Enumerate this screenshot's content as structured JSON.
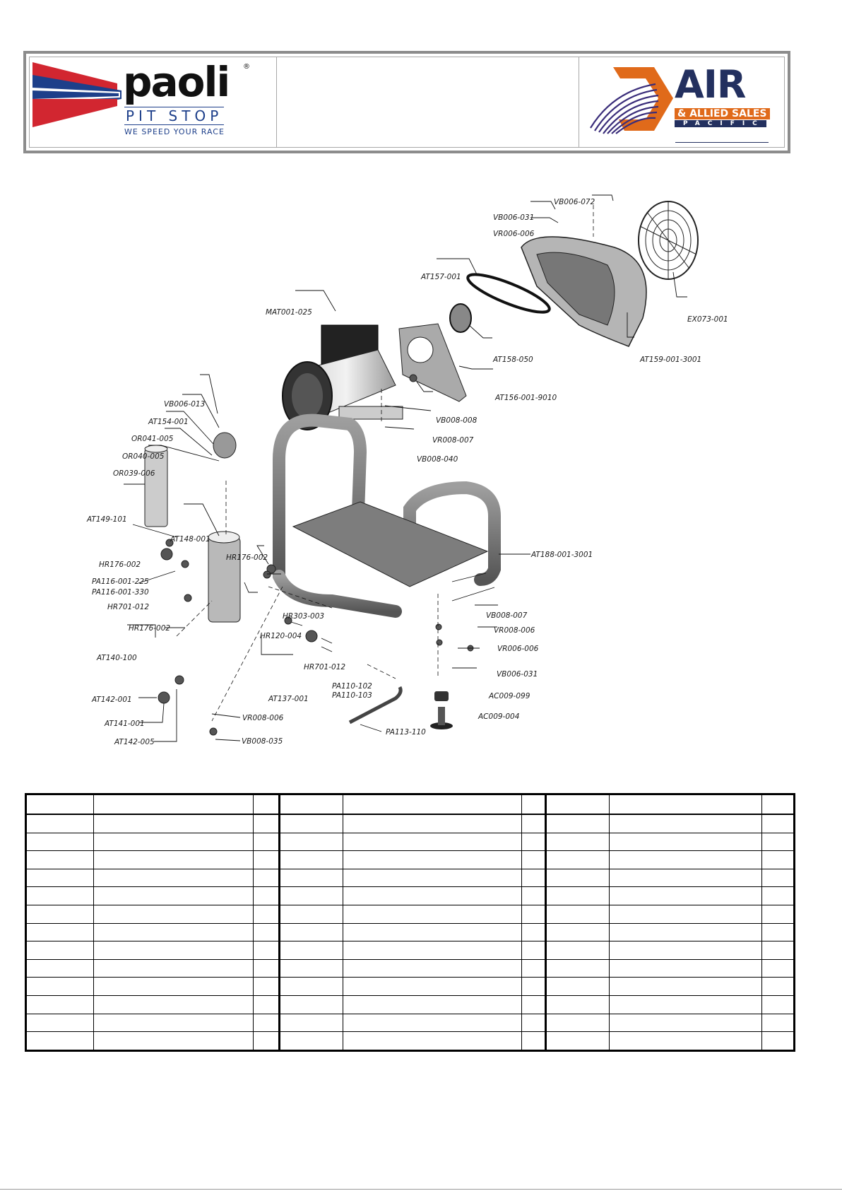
{
  "header": {
    "left_logo": {
      "brand": "paoli",
      "registered": "®",
      "subtitle": "PIT STOP",
      "tagline": "WE SPEED YOUR RACE",
      "colors": {
        "red": "#d22630",
        "blue": "#1d3f8a"
      }
    },
    "right_logo": {
      "brand": "AIR",
      "line1": "& ALLIED SALES",
      "line2": "PACIFIC",
      "colors": {
        "orange": "#e06a1a",
        "navy": "#23305f",
        "purple": "#3a2d7a"
      }
    }
  },
  "diagram": {
    "part_labels": [
      "VB006-072",
      "VB006-031",
      "VR006-006",
      "AT157-001",
      "MAT001-025",
      "EX073-001",
      "AT158-050",
      "AT159-001-3001",
      "AT156-001-9010",
      "VB008-008",
      "VR008-007",
      "VB008-040",
      "VB006-013",
      "AT154-001",
      "OR041-005",
      "OR040-005",
      "OR039-006",
      "AT149-101",
      "AT148-001",
      "HR176-002",
      "HR176-002",
      "PA116-001-225",
      "PA116-001-330",
      "HR701-012",
      "HR303-003",
      "HR120-004",
      "HR176-002",
      "AT188-001-3001",
      "VB008-007",
      "VR008-006",
      "VR006-006",
      "VB006-031",
      "AT140-100",
      "HR701-012",
      "AT142-001",
      "PA110-102",
      "PA110-103",
      "AT137-001",
      "AC009-099",
      "AC009-004",
      "AT141-001",
      "VR008-006",
      "PA113-110",
      "AT142-005",
      "VB008-035"
    ]
  },
  "parts_table": {
    "column_groups": 3,
    "rows_with_header": 14
  }
}
